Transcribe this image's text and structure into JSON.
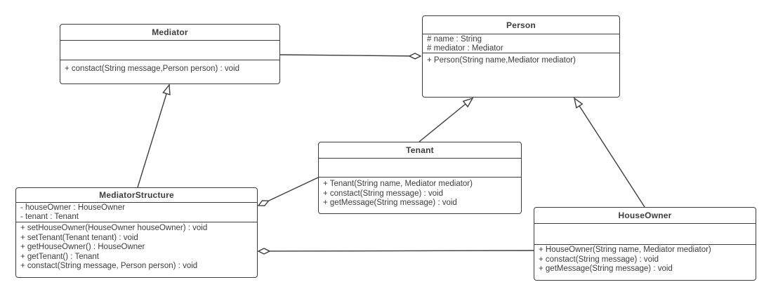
{
  "diagram": {
    "kind": "uml-class-diagram",
    "colors": {
      "background": "#ffffff",
      "box_fill": "#ffffff",
      "box_border": "#3d3d3d",
      "line": "#3d3d3d",
      "text": "#3d3d3d"
    },
    "classes": {
      "mediator": {
        "name": "Mediator",
        "attributes": [],
        "methods": [
          "+ constact(String message,Person person) : void"
        ]
      },
      "person": {
        "name": "Person",
        "attributes": [
          "# name : String",
          "# mediator : Mediator"
        ],
        "methods": [
          "+ Person(String name,Mediator mediator)"
        ]
      },
      "tenant": {
        "name": "Tenant",
        "attributes": [],
        "methods": [
          "+ Tenant(String name, Mediator mediator)",
          "+ constact(String message) : void",
          "+ getMessage(String message) : void"
        ]
      },
      "mediatorStructure": {
        "name": "MediatorStructure",
        "attributes": [
          "- houseOwner : HouseOwner",
          "- tenant : Tenant"
        ],
        "methods": [
          "+ setHouseOwner(HouseOwner houseOwner) : void",
          "+ setTenant(Tenant tenant) : void",
          "+ getHouseOwner() : HouseOwner",
          "+ getTenant() : Tenant",
          "+ constact(String message, Person person) : void"
        ]
      },
      "houseOwner": {
        "name": "HouseOwner",
        "attributes": [],
        "methods": [
          "+ HouseOwner(String name, Mediator mediator)",
          "+ constact(String message) : void",
          "+ getMessage(String message) : void"
        ]
      }
    },
    "relationships": [
      {
        "whole": "Person",
        "part": "Mediator",
        "type": "aggregation"
      },
      {
        "child": "MediatorStructure",
        "parent": "Mediator",
        "type": "generalization"
      },
      {
        "child": "Tenant",
        "parent": "Person",
        "type": "generalization"
      },
      {
        "child": "HouseOwner",
        "parent": "Person",
        "type": "generalization"
      },
      {
        "whole": "MediatorStructure",
        "part": "Tenant",
        "type": "aggregation"
      },
      {
        "whole": "MediatorStructure",
        "part": "HouseOwner",
        "type": "aggregation"
      }
    ]
  }
}
